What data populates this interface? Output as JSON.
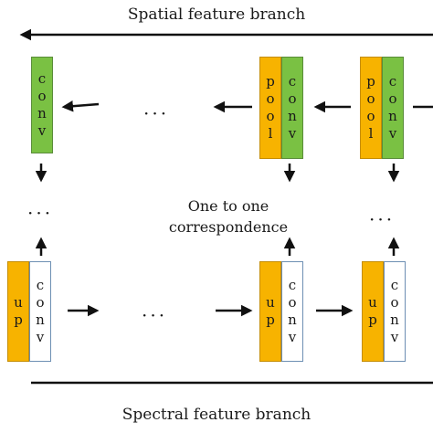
{
  "labels": {
    "top_branch": "Spatial feature branch",
    "bottom_branch": "Spectral feature branch",
    "middle_line1": "One to one",
    "middle_line2": "correspondence",
    "ellipsis": "···"
  },
  "blocks": {
    "conv": [
      "c",
      "o",
      "n",
      "v"
    ],
    "pool": [
      "p",
      "o",
      "o",
      "l"
    ],
    "up": [
      "u",
      "p"
    ]
  },
  "colors": {
    "green": "#7ac143",
    "orange": "#f7b300",
    "white": "#ffffff",
    "line": "#111111"
  }
}
